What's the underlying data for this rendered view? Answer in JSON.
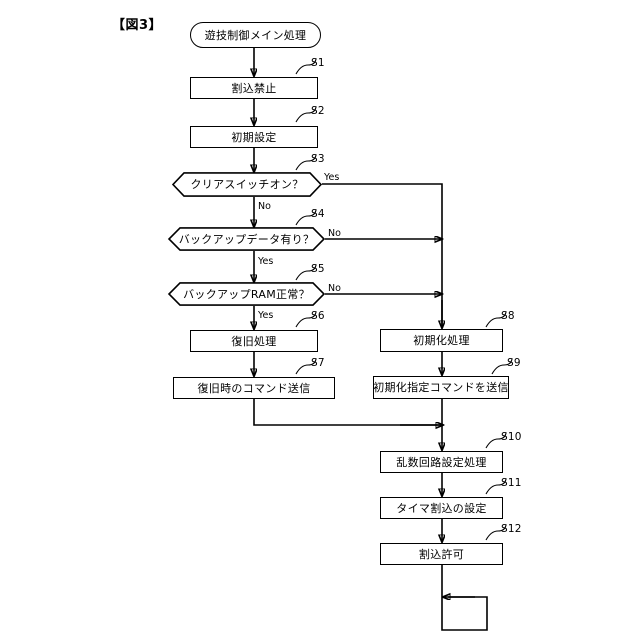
{
  "figure": {
    "title": "【図3】",
    "kind": "flowchart"
  },
  "nodes": {
    "start": {
      "step": "",
      "label": "遊技制御メイン処理",
      "shape": "terminal"
    },
    "s1": {
      "step": "S1",
      "label": "割込禁止",
      "shape": "process"
    },
    "s2": {
      "step": "S2",
      "label": "初期設定",
      "shape": "process"
    },
    "s3": {
      "step": "S3",
      "label": "クリアスイッチオン？",
      "shape": "decision"
    },
    "s4": {
      "step": "S4",
      "label": "バックアップデータ有り？",
      "shape": "decision"
    },
    "s5": {
      "step": "S5",
      "label": "バックアップRAM正常？",
      "shape": "decision"
    },
    "s6": {
      "step": "S6",
      "label": "復旧処理",
      "shape": "process"
    },
    "s7": {
      "step": "S7",
      "label": "復旧時のコマンド送信",
      "shape": "process"
    },
    "s8": {
      "step": "S8",
      "label": "初期化処理",
      "shape": "process"
    },
    "s9": {
      "step": "S9",
      "label": "初期化指定コマンドを送信",
      "shape": "process"
    },
    "s10": {
      "step": "S10",
      "label": "乱数回路設定処理",
      "shape": "process"
    },
    "s11": {
      "step": "S11",
      "label": "タイマ割込の設定",
      "shape": "process"
    },
    "s12": {
      "step": "S12",
      "label": "割込許可",
      "shape": "process"
    }
  },
  "branches": {
    "s3_yes": "Yes",
    "s3_no": "No",
    "s4_yes": "Yes",
    "s4_no": "No",
    "s5_yes": "Yes",
    "s5_no": "No"
  },
  "colors": {
    "line": "#000000",
    "text": "#000000",
    "background": "#ffffff"
  }
}
